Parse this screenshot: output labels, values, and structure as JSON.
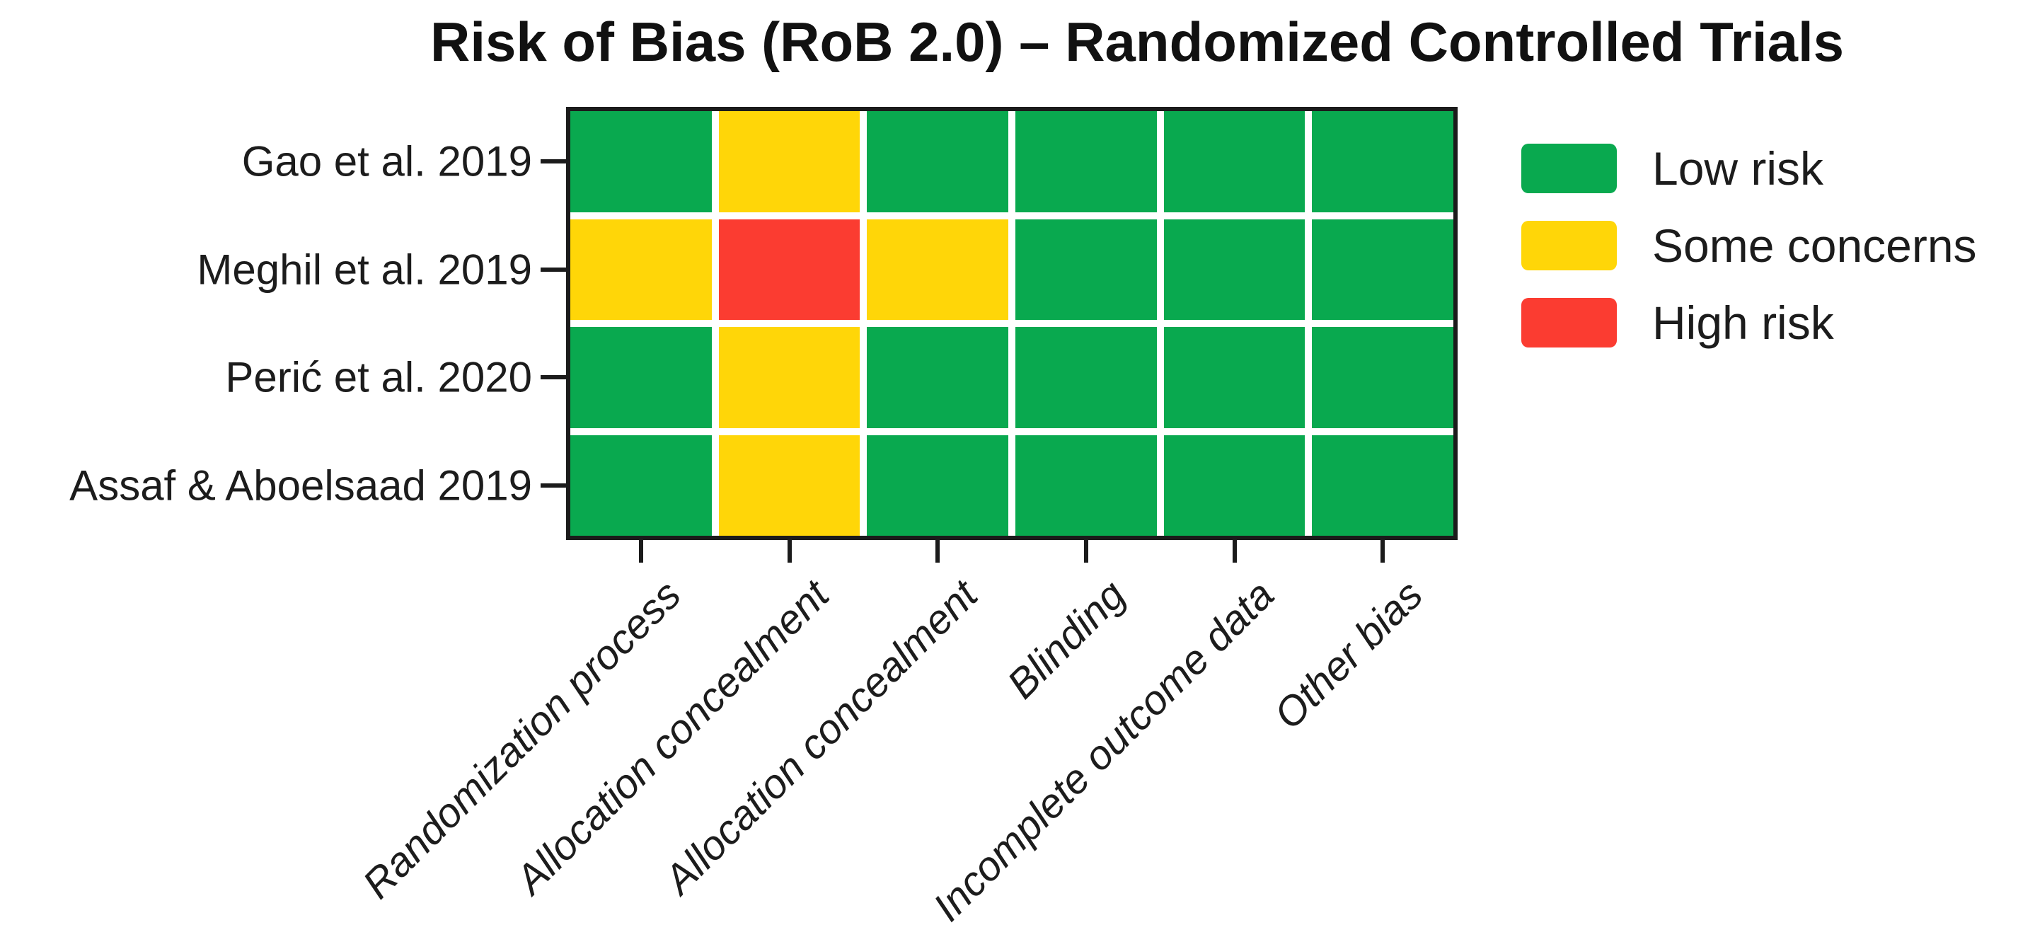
{
  "chart_data": {
    "type": "heatmap",
    "title": "Risk of Bias (RoB 2.0) – Randomized Controlled Trials",
    "rows": [
      "Gao et al. 2019",
      "Meghil et al. 2019",
      "Perić et al. 2020",
      "Assaf & Aboelsaad 2019"
    ],
    "columns": [
      "Randomization process",
      "Allocation concealment",
      "Allocation concealment",
      "Blinding",
      "Incomplete outcome data",
      "Other bias"
    ],
    "values": [
      [
        "low",
        "some",
        "low",
        "low",
        "low",
        "low"
      ],
      [
        "some",
        "high",
        "some",
        "low",
        "low",
        "low"
      ],
      [
        "low",
        "some",
        "low",
        "low",
        "low",
        "low"
      ],
      [
        "low",
        "some",
        "low",
        "low",
        "low",
        "low"
      ]
    ],
    "colors": {
      "low": "#09a94f",
      "some": "#ffd608",
      "high": "#fb3c31"
    },
    "legend": [
      {
        "key": "low",
        "label": "Low risk"
      },
      {
        "key": "some",
        "label": "Some concerns"
      },
      {
        "key": "high",
        "label": "High risk"
      }
    ],
    "layout_hints": {
      "legend_position": "upper right, outside plot",
      "x_tick_rotation": 45,
      "grid": "white gaps between cells, black outer frame"
    }
  }
}
